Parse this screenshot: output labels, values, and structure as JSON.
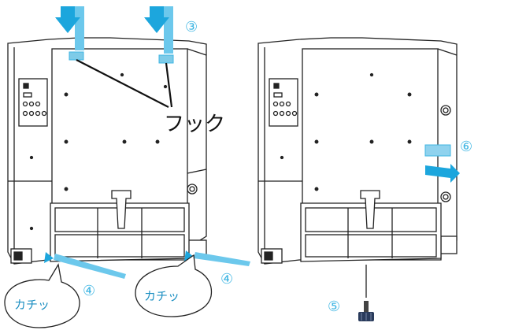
{
  "labels": {
    "step3": "③",
    "hook": "フック",
    "step4_left": "④",
    "step4_right": "④",
    "click_left": "カチッ",
    "click_right": "カチッ",
    "step5": "⑤",
    "step6": "⑥"
  },
  "colors": {
    "accent": "#3fb6e3",
    "accent_dark": "#1c8fc2",
    "line": "#222222",
    "bubble_text": "#1c8fc2"
  },
  "icons": {
    "down_arrow": "down-arrow-icon",
    "right_arrow": "right-arrow-icon",
    "screw": "thumb-screw-icon"
  }
}
